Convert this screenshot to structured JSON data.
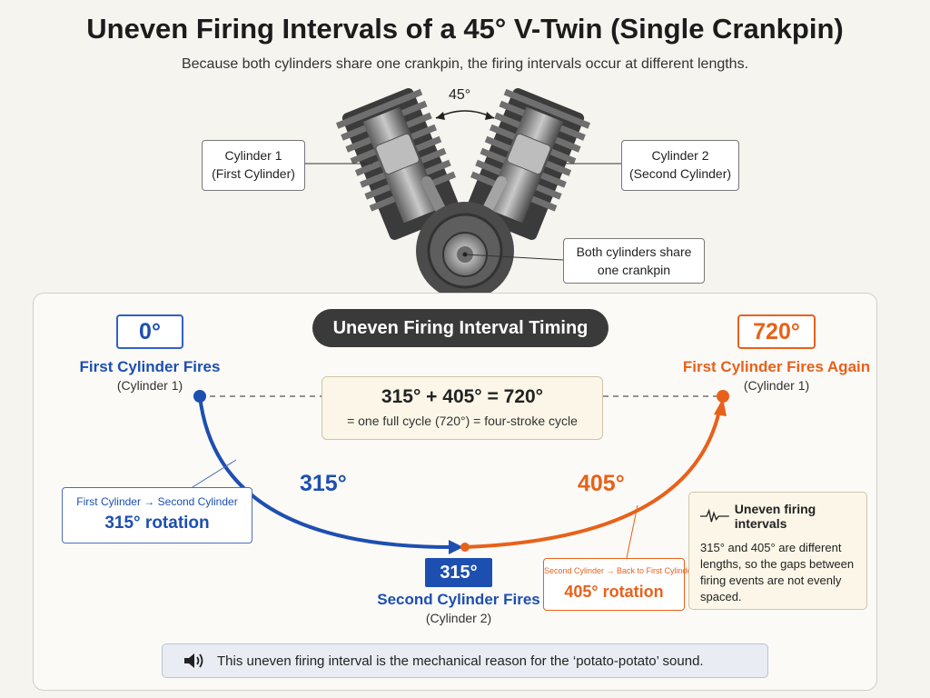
{
  "header": {
    "title": "Uneven Firing Intervals of a 45° V-Twin (Single Crankpin)",
    "subtitle": "Because both cylinders share one crankpin, the firing intervals occur at different lengths."
  },
  "engine": {
    "v_angle_label": "45°",
    "cylinder1": {
      "line1": "Cylinder 1",
      "line2": "(First Cylinder)"
    },
    "cylinder2": {
      "line1": "Cylinder 2",
      "line2": "(Second Cylinder)"
    },
    "crankpin": {
      "line1": "Both cylinders share",
      "line2": "one crankpin"
    }
  },
  "timing": {
    "heading": "Uneven Firing Interval Timing",
    "start": {
      "deg": "0°",
      "label": "First Cylinder Fires",
      "sub": "(Cylinder 1)"
    },
    "middle": {
      "deg": "315°",
      "label": "Second Cylinder Fires",
      "sub": "(Cylinder 2)"
    },
    "end": {
      "deg": "720°",
      "label": "First Cylinder Fires Again",
      "sub": "(Cylinder 1)"
    },
    "interval1_label": "315°",
    "interval2_label": "405°",
    "equation": {
      "main": "315° + 405° = 720°",
      "sub": "= one full cycle (720°) = four-stroke cycle"
    },
    "callout1": {
      "line1": "First Cylinder → Second Cylinder",
      "line2": "315° rotation"
    },
    "callout2": {
      "line1": "Second Cylinder → Back to First Cylinder",
      "line2": "405° rotation"
    },
    "note": {
      "heading": "Uneven firing intervals",
      "body": "315° and 405° are different lengths, so the gaps between firing events are not evenly spaced."
    }
  },
  "footer": {
    "text": "This uneven firing interval is the mechanical reason for the ‘potato-potato’ sound."
  },
  "colors": {
    "blue": "#1d4fb0",
    "orange": "#e8611a",
    "dark": "#3a3a3a"
  },
  "icons": [
    "engine-illustration",
    "speaker-icon",
    "waveform-icon"
  ]
}
